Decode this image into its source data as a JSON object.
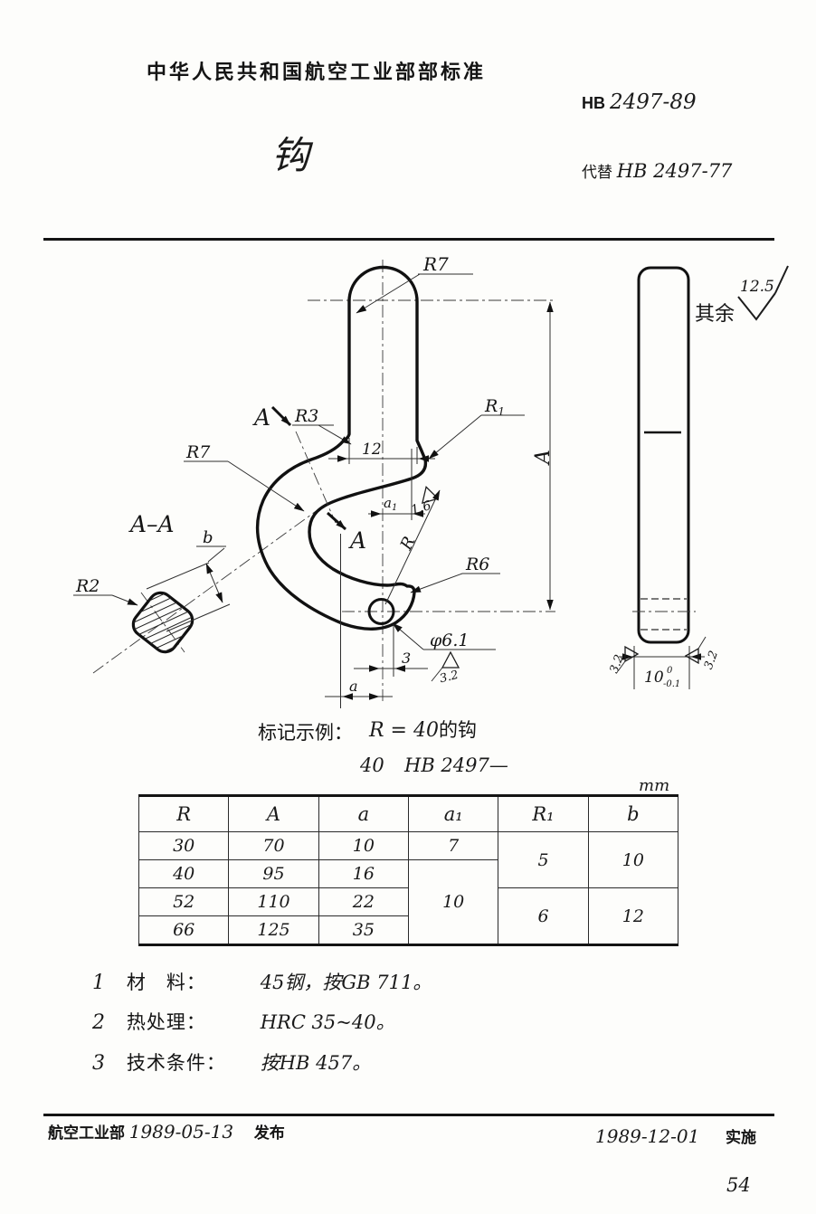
{
  "header": {
    "title": "中华人民共和国航空工业部部标准",
    "std_prefix": "HB",
    "std_number": "2497-89",
    "part_name": "钩",
    "replaces_label": "代替",
    "replaces_number": "HB 2497-77"
  },
  "drawing": {
    "rest": {
      "label": "其余",
      "value": "12.5"
    },
    "front": {
      "r7_top": "R7",
      "r7_inner": "R7",
      "r3": "R3",
      "r1": "R",
      "r1_sub": "1",
      "dim_12": "12",
      "a1": "a",
      "a1_sub": "1",
      "rough_16": "1.6",
      "r_radius": "R",
      "r6": "R6",
      "hole_dia": "φ6.1",
      "rough_32": "3.2",
      "dim_3": "3",
      "dim_a": "a",
      "dim_A": "A",
      "section_label": "A"
    },
    "section": {
      "title": "A–A",
      "b": "b",
      "r2": "R2"
    },
    "side": {
      "width": "10",
      "tol_up": "0",
      "tol_dn": "-0.1",
      "rough_l": "3.2",
      "rough_r": "3.2"
    }
  },
  "marking": {
    "label": "标记示例：",
    "example_value": "R = 40",
    "example_suffix": "的钩",
    "line2_size": "40",
    "line2_code": "HB 2497—",
    "unit": "mm"
  },
  "table": {
    "headers": [
      "R",
      "A",
      "a",
      "a₁",
      "R₁",
      "b"
    ],
    "columns": {
      "R": [
        "30",
        "40",
        "52",
        "66"
      ],
      "A": [
        "70",
        "95",
        "110",
        "125"
      ],
      "a": [
        "10",
        "16",
        "22",
        "35"
      ],
      "a1": [
        "7",
        "10"
      ],
      "R1": [
        "5",
        "6"
      ],
      "b": [
        "10",
        "12"
      ]
    }
  },
  "notes": [
    {
      "no": "1",
      "label": "材　料：",
      "value": "45钢，按GB 711。"
    },
    {
      "no": "2",
      "label": "热处理：",
      "value": "HRC 35~40。"
    },
    {
      "no": "3",
      "label": "技术条件：",
      "value": "按HB 457。"
    }
  ],
  "footer": {
    "issuer": "航空工业部",
    "issue_date": "1989-05-13",
    "issue_label": "发布",
    "impl_date": "1989-12-01",
    "impl_label": "实施",
    "page": "54"
  }
}
